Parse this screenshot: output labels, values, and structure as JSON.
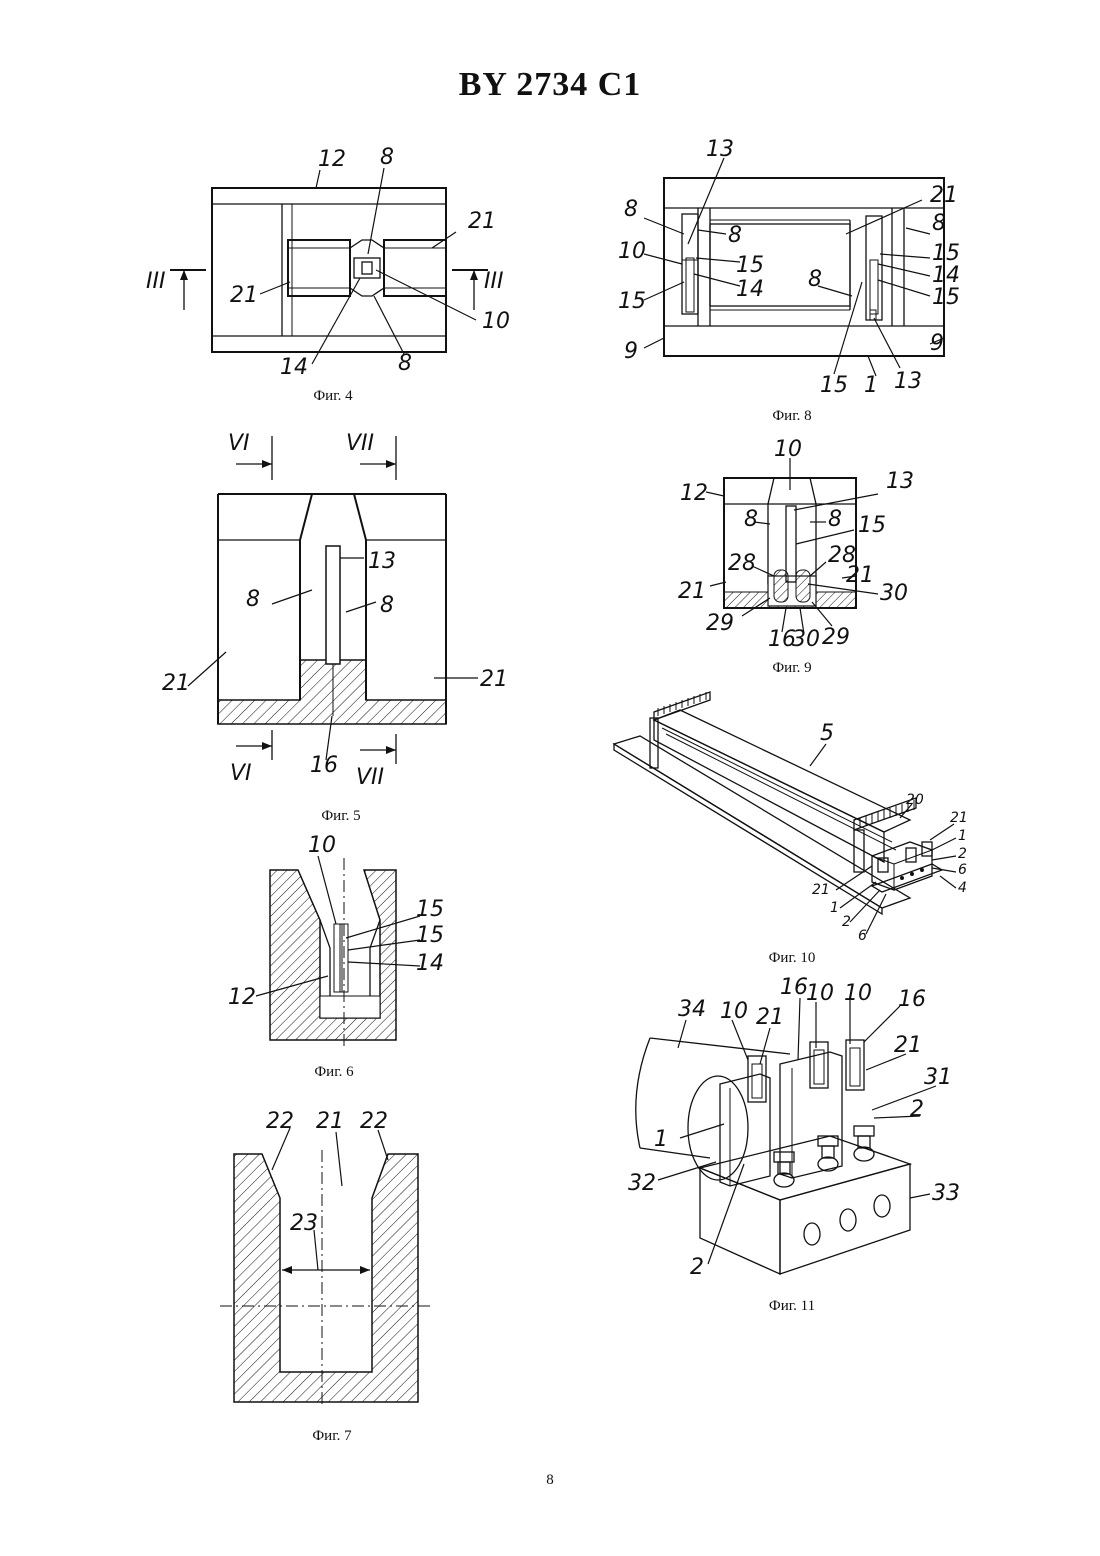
{
  "header": {
    "title": "BY 2734 C1"
  },
  "page_number": "8",
  "figures": {
    "fig4": {
      "caption": "Фиг. 4",
      "labels": {
        "a": "12",
        "b": "8",
        "c": "21",
        "d": "21",
        "e": "III",
        "f": "III",
        "g": "10",
        "h": "14",
        "i": "8"
      }
    },
    "fig5": {
      "caption": "Фиг. 5",
      "labels": {
        "vi_top": "VI",
        "vii_top": "VII",
        "n13": "13",
        "n8a": "8",
        "n8b": "8",
        "n21a": "21",
        "n21b": "21",
        "n16": "16",
        "vi_bot": "VI",
        "vii_bot": "VII"
      }
    },
    "fig6": {
      "caption": "Фиг. 6",
      "labels": {
        "n10": "10",
        "n15a": "15",
        "n15b": "15",
        "n14": "14",
        "n12": "12"
      }
    },
    "fig7": {
      "caption": "Фиг. 7",
      "labels": {
        "n22a": "22",
        "n21": "21",
        "n22b": "22",
        "n23": "23"
      }
    },
    "fig8": {
      "caption": "Фиг. 8",
      "labels": {
        "n13t": "13",
        "n21": "21",
        "n8l": "8",
        "n8li": "8",
        "n8r": "8",
        "n10": "10",
        "n15l": "15",
        "n14l": "14",
        "n15l2": "15",
        "n8c": "8",
        "n15r": "15",
        "n14r": "14",
        "n15r2": "15",
        "n9l": "9",
        "n9r": "9",
        "n15b": "15",
        "n1": "1",
        "n13b": "13"
      }
    },
    "fig9": {
      "caption": "Фиг. 9",
      "labels": {
        "n10": "10",
        "n12": "12",
        "n13": "13",
        "n8a": "8",
        "n8b": "8",
        "n15": "15",
        "n28a": "28",
        "n28b": "28",
        "n21a": "21",
        "n21b": "21",
        "n30a": "30",
        "n29a": "29",
        "n16": "16",
        "n30b": "30",
        "n29b": "29"
      }
    },
    "fig10": {
      "caption": "Фиг. 10",
      "labels": {
        "n5": "5",
        "n20": "20",
        "n21r": "21",
        "n1r": "1",
        "n2r": "2",
        "n6r": "6",
        "n4": "4",
        "n21l": "21",
        "n1l": "1",
        "n2l": "2",
        "n6l": "6"
      }
    },
    "fig11": {
      "caption": "Фиг. 11",
      "labels": {
        "n34": "34",
        "n10a": "10",
        "n21a": "21",
        "n16a": "16",
        "n10b": "10",
        "n10c": "10",
        "n16b": "16",
        "n21b": "21",
        "n31": "31",
        "n2a": "2",
        "n1": "1",
        "n32": "32",
        "n33": "33",
        "n2b": "2"
      }
    }
  }
}
